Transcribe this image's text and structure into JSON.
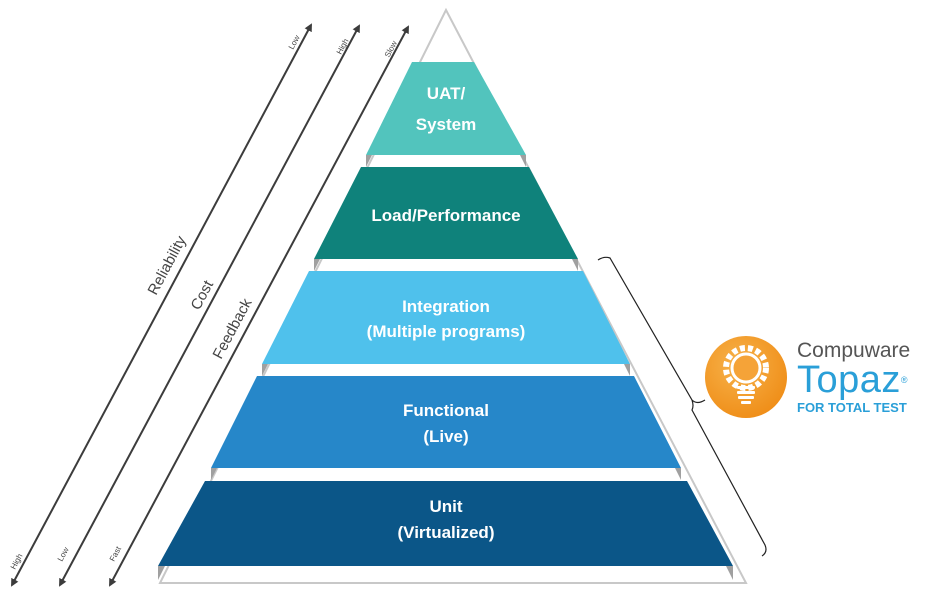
{
  "tiers": [
    {
      "id": "uat",
      "lines": [
        "UAT/",
        "System"
      ],
      "color": "#52c4bd"
    },
    {
      "id": "load",
      "lines": [
        "Load/Performance"
      ],
      "color": "#0f827b"
    },
    {
      "id": "integration",
      "lines": [
        "Integration",
        "(Multiple programs)"
      ],
      "color": "#4fc1ec"
    },
    {
      "id": "functional",
      "lines": [
        "Functional",
        "(Live)"
      ],
      "color": "#2687c9"
    },
    {
      "id": "unit",
      "lines": [
        "Unit",
        "(Virtualized)"
      ],
      "color": "#0b5688"
    }
  ],
  "axes": [
    {
      "id": "reliability",
      "label": "Reliability",
      "top_end": "Low",
      "bottom_end": "High"
    },
    {
      "id": "cost",
      "label": "Cost",
      "top_end": "High",
      "bottom_end": "Low"
    },
    {
      "id": "feedback",
      "label": "Feedback",
      "top_end": "Slow",
      "bottom_end": "Fast"
    }
  ],
  "brand": {
    "company": "Compuware",
    "product": "Topaz",
    "registered": "®",
    "tagline": "FOR TOTAL TEST",
    "accent": "#2a9fd8",
    "logo_color": "#f39a24"
  },
  "colors": {
    "outline": "#c8c8c8",
    "shadow": "#9a9a9a",
    "arrow": "#3c3c3c"
  }
}
